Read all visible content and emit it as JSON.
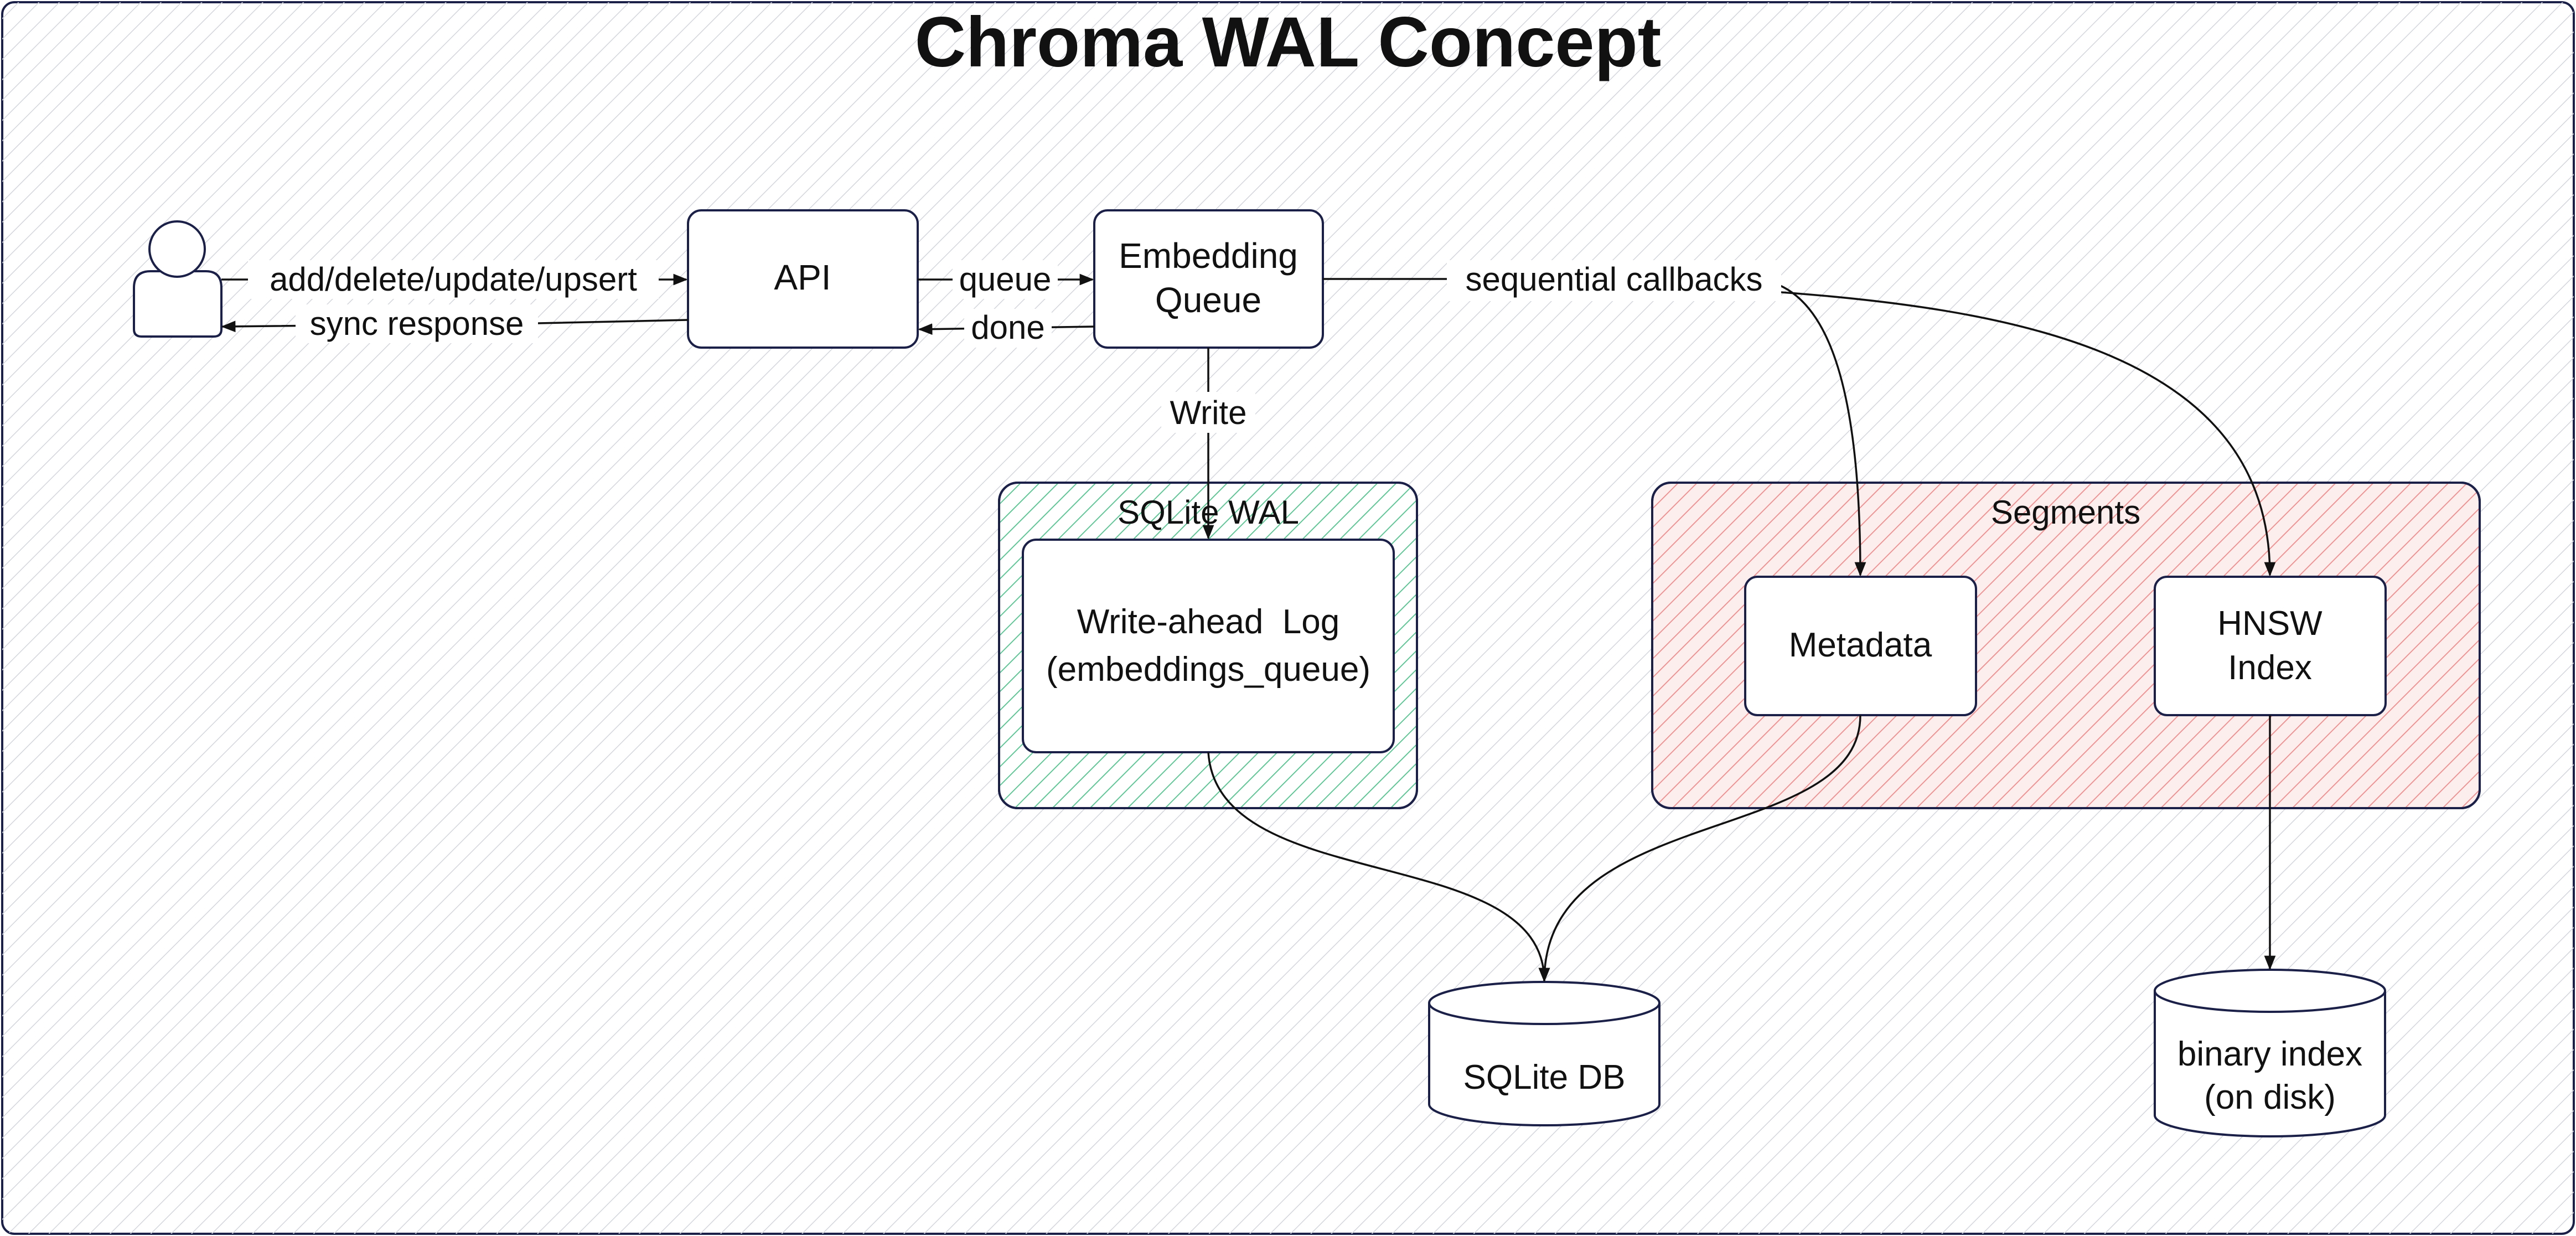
{
  "title": "Chroma WAL Concept",
  "actor": {
    "icon": "user-icon"
  },
  "nodes": {
    "api": "API",
    "embedding_queue": [
      "Embedding",
      "Queue"
    ],
    "wal_log": [
      "Write-ahead  Log",
      "(embeddings_queue)"
    ],
    "metadata": "Metadata",
    "hnsw_index": [
      "HNSW",
      "Index"
    ],
    "sqlite_db": "SQLite DB",
    "binary_index": [
      "binary index",
      "(on disk)"
    ]
  },
  "groups": {
    "sqlite_wal": "SQLite WAL",
    "segments": "Segments"
  },
  "edges": {
    "add_delete_update_upsert": "add/delete/update/upsert",
    "sync_response": "sync response",
    "queue": "queue",
    "done": "done",
    "write": "Write",
    "sequential_callbacks": "sequential callbacks"
  },
  "colors": {
    "outline": "#1b2048",
    "background_hatch": "#d3d6dc",
    "wal_group_hatch": "#4cc38a",
    "segments_group_hatch": "#f08a8a",
    "segments_group_fill": "#fdeeee"
  }
}
